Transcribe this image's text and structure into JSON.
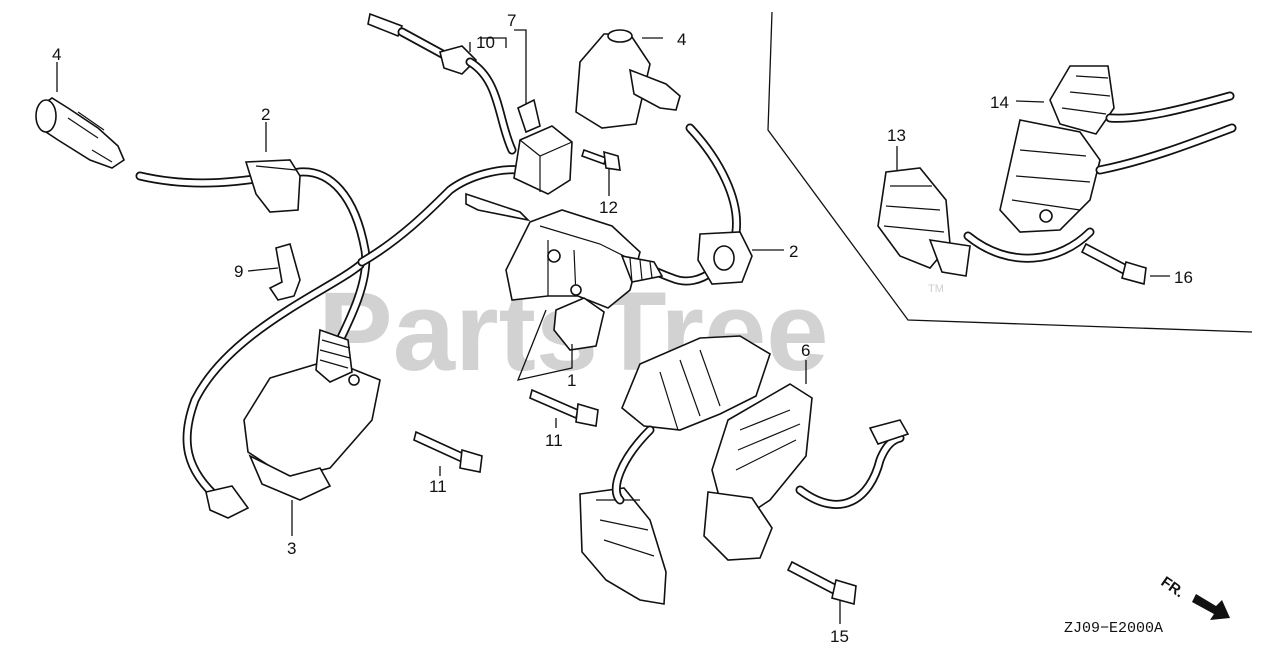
{
  "diagram": {
    "watermark": "PartsTree",
    "trademark": "TM",
    "code": "ZJ09−E2000A",
    "direction_label": "FR."
  },
  "callouts": {
    "c1": "1",
    "c2a": "2",
    "c2b": "2",
    "c3": "3",
    "c4a": "4",
    "c4b": "4",
    "c6": "6",
    "c7": "7",
    "c9": "9",
    "c10": "10",
    "c11a": "11",
    "c11b": "11",
    "c12": "12",
    "c13": "13",
    "c14": "14",
    "c15": "15",
    "c16": "16"
  }
}
